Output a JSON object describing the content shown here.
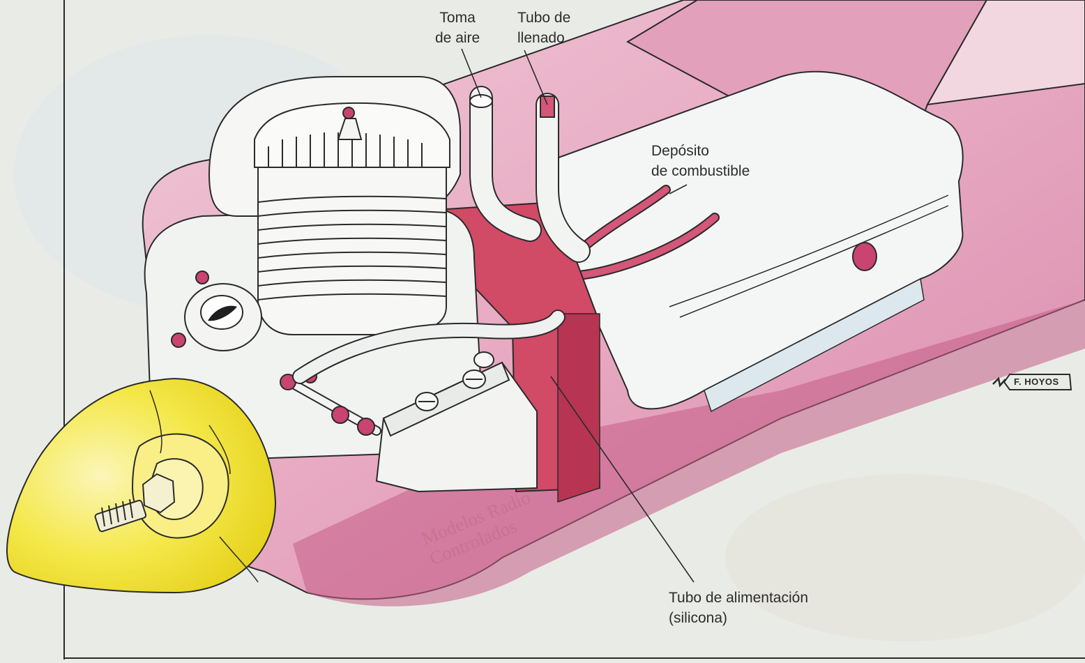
{
  "diagram": {
    "labels": {
      "air_intake": [
        "Toma",
        "de aire"
      ],
      "fill_tube": [
        "Tubo de",
        "llenado"
      ],
      "fuel_tank": [
        "Depósito",
        "de combustible"
      ],
      "feed_tube": [
        "Tubo de alimentación",
        "(silicona)"
      ]
    },
    "signature": "F. HOYOS",
    "watermark": [
      "Modelos Radio",
      "Controlados"
    ]
  },
  "colors": {
    "paper": "#e9ece6",
    "body_pink": "#e7a9c1",
    "body_pink_dark": "#c55c86",
    "engine_white": "#f1f3f0",
    "spinner_yellow": "#f4e84a",
    "mount_red": "#d14a66",
    "fuel_line_red": "#b83a5c",
    "outline": "#2a2a2a"
  },
  "icons": {
    "signature_mark": "artist-signature-icon",
    "spinner": "propeller-spinner-icon"
  }
}
